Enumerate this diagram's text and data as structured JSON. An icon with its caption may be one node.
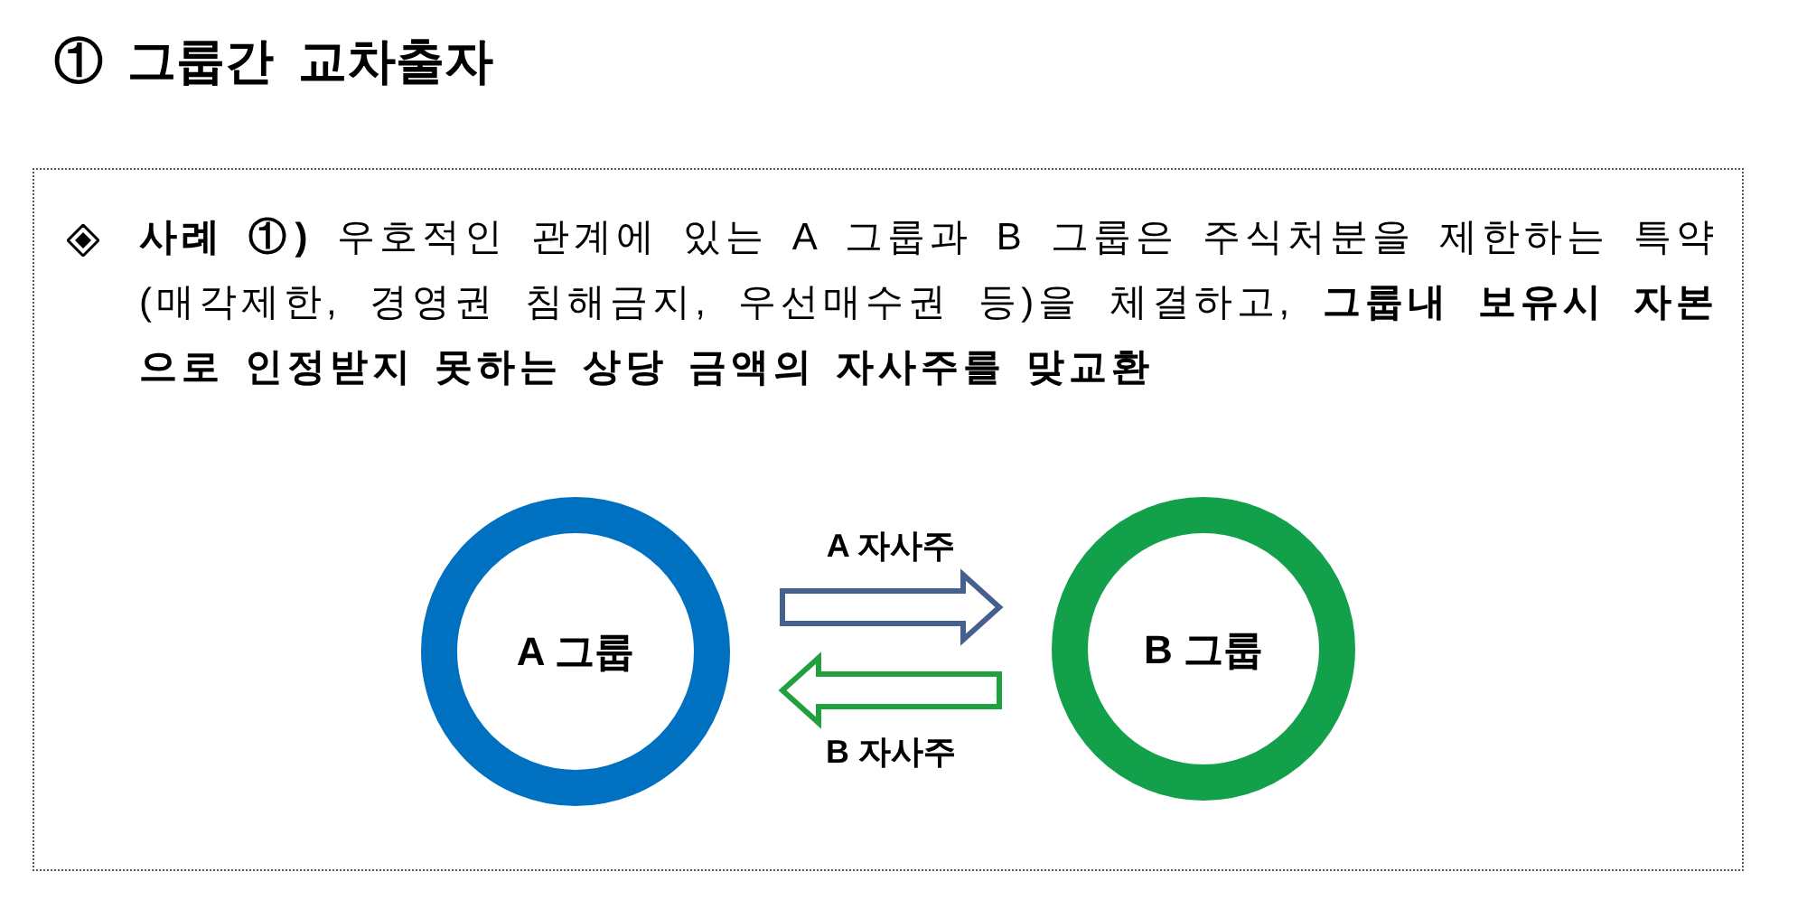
{
  "diagram": {
    "title": "① 그룹간 교차출자",
    "nodes": [
      {
        "text": [
          "**사례 ①)** 우호적인 관계에 있는 A 그룹과 B 그룹은 주식처분을 제한하는 특약 (매각제한, 경영권 침해금지, 우선매수권 등)을 체결하고, **그룹내 보유시 자본 으로 인정받지 못하는 상당 금액의 자사주를 맞교환**"
        ]
      },
      {
        "text": [
          "A 그룹"
        ],
        "in": 0
      },
      {
        "text": [
          "B 그룹"
        ],
        "in": 0
      }
    ],
    "edges": [
      {
        "from": 1,
        "to": 2,
        "arrow": "to",
        "label": "A 자사주",
        "style": "thick",
        "color": "#44618e"
      },
      {
        "from": 2,
        "to": 1,
        "arrow": "to",
        "label": "B 자사주",
        "style": "thick",
        "color": "#22a040"
      }
    ]
  }
}
